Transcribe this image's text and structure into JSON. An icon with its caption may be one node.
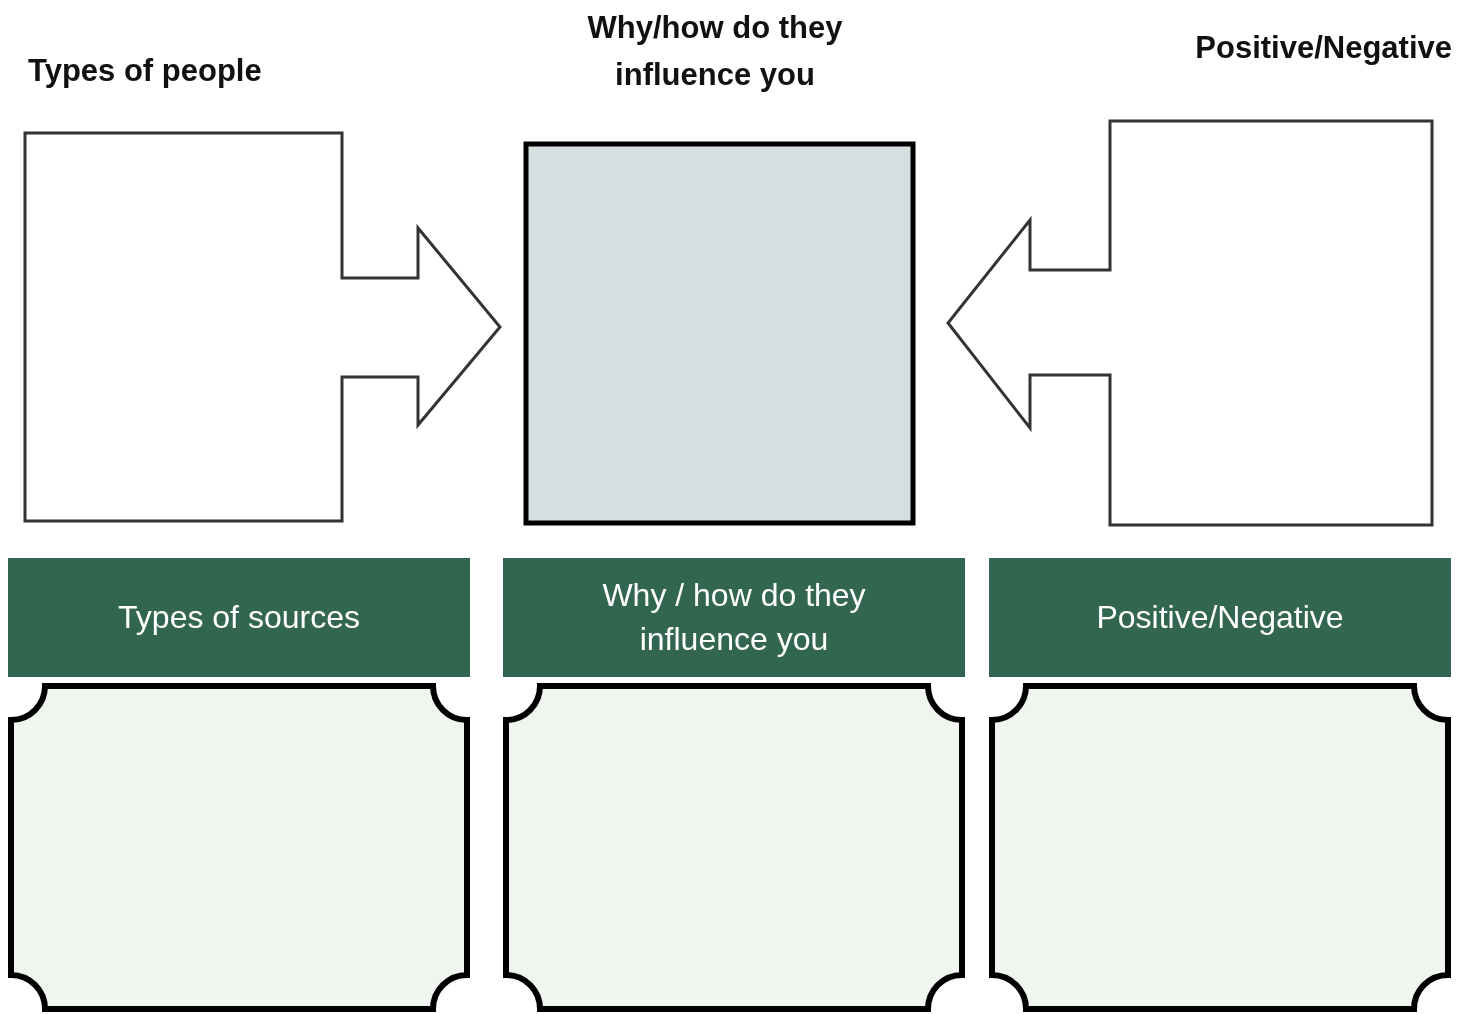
{
  "diagram": {
    "nodes": [
      {
        "text": [
          "Types of people"
        ]
      },
      {
        "text": [
          "Why/how do they influence you"
        ]
      },
      {
        "text": [
          "Positive/Negative"
        ]
      },
      {
        "text": [
          "Types of sources"
        ]
      },
      {
        "text": [
          "Why / how do they influence you"
        ]
      },
      {
        "text": [
          "Positive/Negative"
        ]
      },
      {
        "text": [],
        "shape": "box"
      },
      {
        "text": [],
        "shape": "box"
      },
      {
        "text": [],
        "shape": "box"
      }
    ]
  }
}
